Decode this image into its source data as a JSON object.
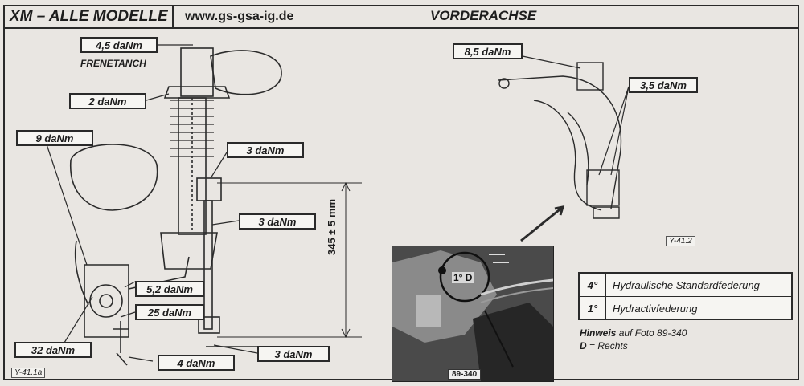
{
  "header": {
    "model": "XM – ALLE MODELLE",
    "site": "www.gs-gsa-ig.de",
    "section": "VORDERACHSE"
  },
  "torque_labels": {
    "t_4_5": "4,5 daNm",
    "t_2": "2 daNm",
    "t_9": "9 daNm",
    "t_3_top": "3 daNm",
    "t_3_mid": "3 daNm",
    "t_5_2": "5,2 daNm",
    "t_25": "25 daNm",
    "t_32": "32 daNm",
    "t_4": "4 daNm",
    "t_3_bottom": "3 daNm",
    "t_8_5": "8,5 daNm",
    "t_3_5": "3,5 daNm"
  },
  "notes": {
    "frenetanch": "FRENETANCH",
    "dimension": "345 ± 5 mm",
    "fig_left": "Y-41.1a",
    "fig_right": "Y-41.2",
    "photo_id": "89-340",
    "photo_callout": "1° D"
  },
  "legend": [
    {
      "code": "4°",
      "desc": "Hydraulische Standardfederung"
    },
    {
      "code": "1°",
      "desc": "Hydractivfederung"
    }
  ],
  "hint": {
    "line1_bold": "Hinweis",
    "line1_rest": " auf Foto 89-340",
    "line2_bold": "D",
    "line2_rest": " = Rechts"
  }
}
